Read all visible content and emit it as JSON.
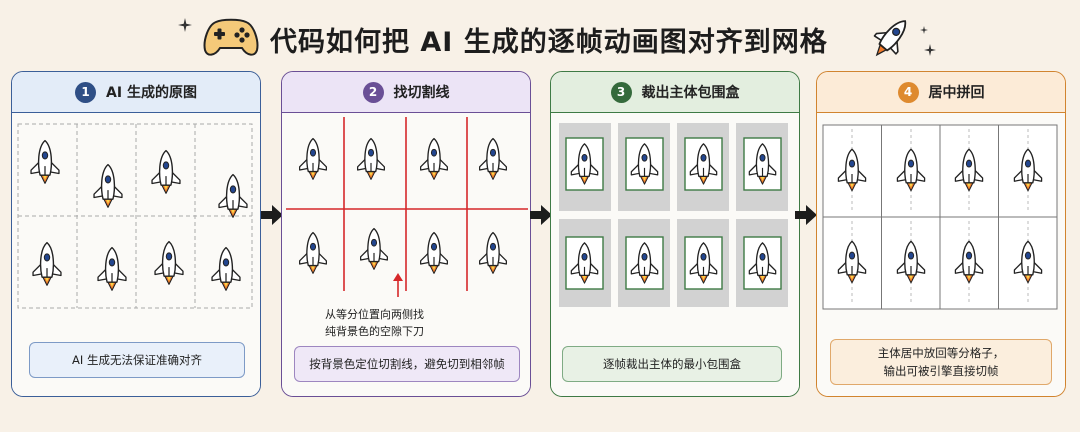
{
  "title": "代码如何把 AI 生成的逐帧动画图对齐到网格",
  "colors": {
    "panel1": "#3b5f99",
    "panel2": "#6a4f96",
    "panel3": "#3e7a45",
    "panel4": "#d1842f",
    "cut_line": "#d6282a",
    "crop_box": "#3e7a45"
  },
  "icons": [
    "gamepad-icon",
    "rocket-icon",
    "sparkle-icon",
    "arrow-right-icon",
    "arrow-up-icon"
  ],
  "panels": [
    {
      "number": "1",
      "title": "AI 生成的原图",
      "caption": "AI 生成无法保证准确对齐"
    },
    {
      "number": "2",
      "title": "找切割线",
      "caption": "按背景色定位切割线，避免切到相邻帧",
      "annotation_line1": "从等分位置向两侧找",
      "annotation_line2": "纯背景色的空隙下刀"
    },
    {
      "number": "3",
      "title": "裁出主体包围盒",
      "caption": "逐帧裁出主体的最小包围盒"
    },
    {
      "number": "4",
      "title": "居中拼回",
      "caption_line1": "主体居中放回等分格子，",
      "caption_line2": "输出可被引擎直接切帧"
    }
  ]
}
